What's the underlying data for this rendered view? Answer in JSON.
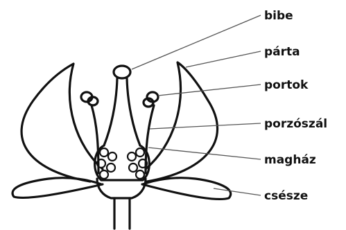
{
  "labels": {
    "stigma": "bibe",
    "corolla": "párta",
    "anther": "portok",
    "filament": "porzószál",
    "ovary": "magház",
    "calyx": "csésze"
  },
  "colors": {
    "line": "#111111",
    "leader": "#555555",
    "background": "#ffffff"
  }
}
